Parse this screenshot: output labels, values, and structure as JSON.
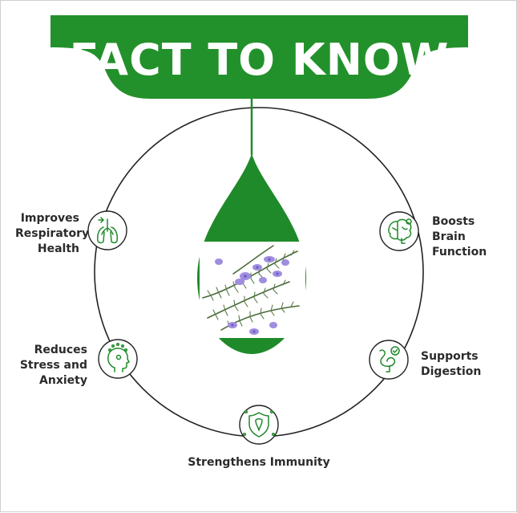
{
  "header": {
    "title": "FACT TO KNOW"
  },
  "colors": {
    "brand_green": "#1f8a2a",
    "banner_green": "#23912b",
    "ring": "#222222",
    "label_text": "#2b2b2b",
    "herb_flower": "#9f8de0"
  },
  "benefits": [
    {
      "icon": "lungs-icon",
      "lines": [
        "Improves",
        "Respiratory",
        "Health"
      ]
    },
    {
      "icon": "brain-gear-icon",
      "lines": [
        "Boosts",
        "Brain",
        "Function"
      ]
    },
    {
      "icon": "head-mind-icon",
      "lines": [
        "Reduces",
        "Stress and",
        "Anxiety"
      ]
    },
    {
      "icon": "stomach-icon",
      "lines": [
        "Supports",
        "Digestion"
      ]
    },
    {
      "icon": "shield-immunity-icon",
      "lines": [
        "Strengthens Immunity"
      ]
    }
  ],
  "center_image": {
    "icon": "rosemary-sprig-icon",
    "shape": "green-droplet"
  }
}
